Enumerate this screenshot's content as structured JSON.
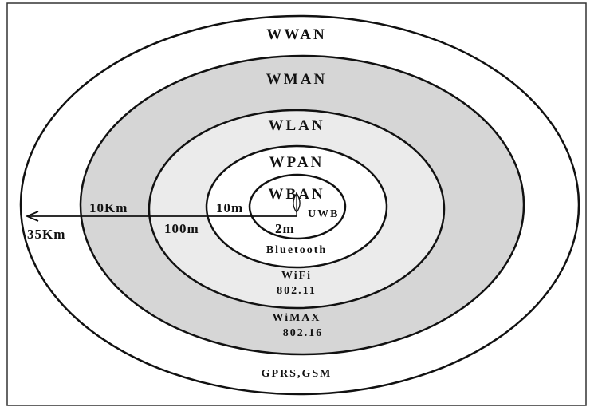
{
  "diagram": {
    "networks": {
      "wwan": "WWAN",
      "wman": "WMAN",
      "wlan": "WLAN",
      "wpan": "WPAN",
      "wban": "WBAN"
    },
    "distances": {
      "d35km": "35Km",
      "d10km": "10Km",
      "d100m": "100m",
      "d10m": "10m",
      "d2m": "2m"
    },
    "technologies": {
      "uwb": "UWB",
      "bluetooth": "Bluetooth",
      "wifi": "WiFi",
      "wifi_std": "802.11",
      "wimax": "WiMAX",
      "wimax_std": "802.16",
      "gprs": "GPRS,GSM"
    },
    "colors": {
      "wman_ring": "#d6d6d6",
      "wlan_ring": "#ebebeb",
      "outline": "#111111",
      "background": "#ffffff"
    }
  }
}
